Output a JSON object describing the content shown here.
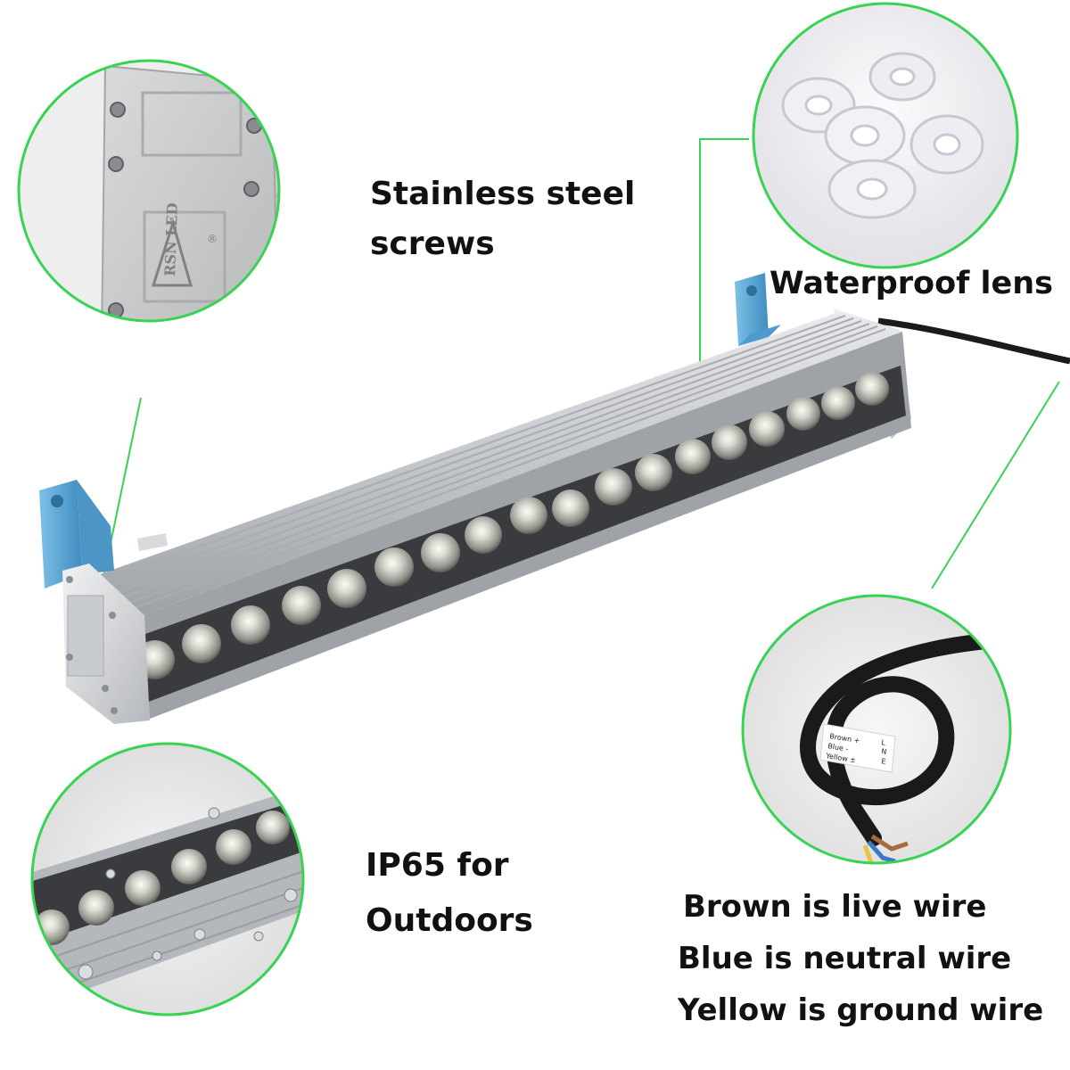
{
  "callouts": {
    "screws": {
      "line1": "Stainless steel",
      "line2": "screws"
    },
    "lens": {
      "text": "Waterproof lens"
    },
    "ip65": {
      "line1": "IP65 for",
      "line2": "Outdoors"
    },
    "wires": [
      "Brown is live wire",
      "Blue is neutral wire",
      "Yellow is ground wire"
    ]
  },
  "endcap_logo": {
    "text": "RSN LED",
    "mark": "®"
  },
  "cable_tag": {
    "rows": [
      {
        "wire": "Brown +",
        "code": "L"
      },
      {
        "wire": "Blue -",
        "code": "N"
      },
      {
        "wire": "Yellow ±",
        "code": "E"
      }
    ]
  },
  "colors": {
    "callout_green": "#39d353",
    "bracket_blue": "#5aa6d6",
    "housing_silver": "#c9ccd0",
    "lens_strip": "#3a3b3e"
  },
  "led_count": 18
}
